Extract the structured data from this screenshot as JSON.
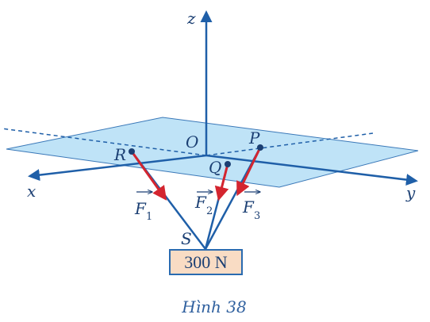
{
  "axes": {
    "x": "x",
    "y": "y",
    "z": "z"
  },
  "points": {
    "origin": "O",
    "P": "P",
    "Q": "Q",
    "R": "R",
    "S": "S"
  },
  "forces": [
    {
      "letter": "F",
      "index": "1"
    },
    {
      "letter": "F",
      "index": "2"
    },
    {
      "letter": "F",
      "index": "3"
    }
  ],
  "weight_label": "300 N",
  "caption": "Hình 38",
  "colors": {
    "axis": "#1f5fa8",
    "plane": "#bfe3f7",
    "plane_edge": "#3a78b8",
    "force": "#d4252f",
    "box_fill": "#f9dcc4",
    "box_border": "#2a6bb0"
  }
}
